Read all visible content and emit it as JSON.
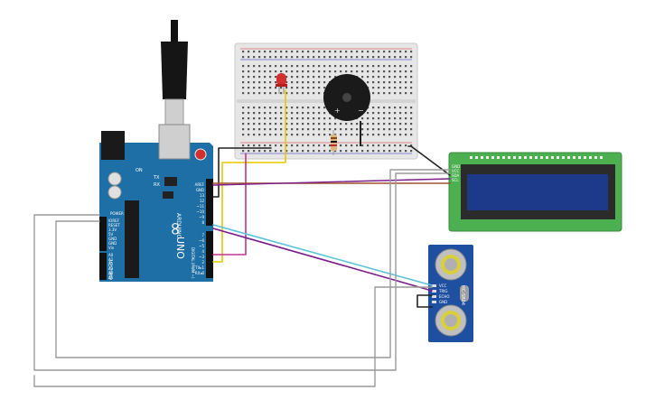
{
  "arduino": {
    "logo": "∞",
    "brand": "ARDUINO",
    "model": "UNO",
    "tx_label": "TX",
    "rx_label": "RX",
    "on_label": "ON",
    "power_label": "POWER",
    "analog_label": "ANALOG IN",
    "digital_label": "DIGITAL (PWM ~)",
    "top_pins": [
      "AREF",
      "GND",
      "13",
      "12",
      "~11",
      "~10",
      "~9",
      "8"
    ],
    "bottom_pins": [
      "7",
      "~6",
      "~5",
      "4",
      "~3",
      "2",
      "TX▸1",
      "RX◂0"
    ],
    "power_pins": [
      "IOREF",
      "RESET",
      "3.3V",
      "5V",
      "GND",
      "GND",
      "Vin"
    ],
    "analog_pins": [
      "A0",
      "A1",
      "A2",
      "A3",
      "A4",
      "A5"
    ]
  },
  "lcd": {
    "pin_labels": [
      "GND",
      "VCC",
      "SDA",
      "SCL"
    ]
  },
  "ultrasonic": {
    "model": "HC-SR04",
    "pin_labels": [
      "VCC",
      "TRIG",
      "ECHO",
      "GND"
    ]
  },
  "buzzer": {
    "plus": "+",
    "minus": "−"
  },
  "colors": {
    "board_blue": "#1e6fa5",
    "breadboard": "#e8e8e8",
    "lcd_green": "#4caf50",
    "lcd_screen": "#1d3a8a",
    "wire_black": "#222222",
    "wire_yellow": "#e8c800",
    "wire_magenta": "#c2338f",
    "wire_purple": "#7b1f8c",
    "wire_cyan": "#5bc4d8",
    "wire_gray": "#9a9a9a",
    "wire_brown": "#a0522d",
    "led_red": "#d32f2f"
  }
}
